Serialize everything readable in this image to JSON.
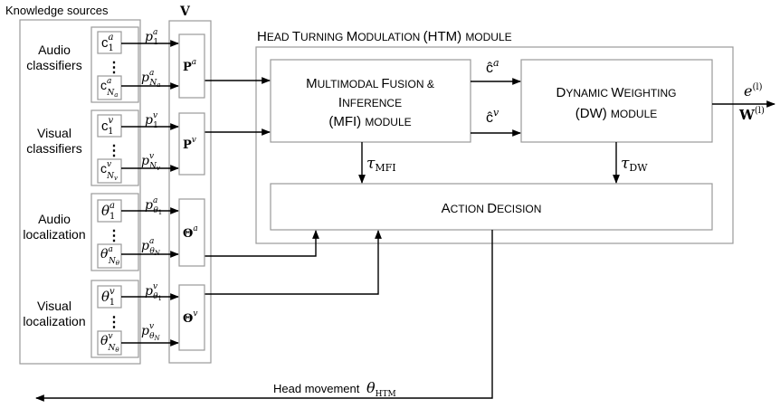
{
  "knowledge_sources_label": "Knowledge sources",
  "v_label": "V",
  "htm_module": {
    "part1_big": "H",
    "part1_small": "EAD ",
    "part2_big": "T",
    "part2_small": "URNING ",
    "part3_big": "M",
    "part3_small": "ODULATION ",
    "part4": "(HTM) ",
    "part5": "MODULE"
  },
  "groups": [
    {
      "label_line1": "Audio",
      "label_line2": "classifiers",
      "top_base": "c",
      "top_sup": "a",
      "top_sub": "1",
      "bot_base": "c",
      "bot_sup": "a",
      "bot_sub": "N",
      "bot_subsub": "a",
      "p_top_base": "p",
      "p_top_sup": "a",
      "p_top_sub": "1",
      "p_bot_base": "p",
      "p_bot_sup": "a",
      "p_bot_sub": "N",
      "p_bot_subsub": "a",
      "matrix_base": "P",
      "matrix_sup": "a",
      "dots": "⋮"
    },
    {
      "label_line1": "Visual",
      "label_line2": "classifiers",
      "top_base": "c",
      "top_sup": "v",
      "top_sub": "1",
      "bot_base": "c",
      "bot_sup": "v",
      "bot_sub": "N",
      "bot_subsub": "v",
      "p_top_base": "p",
      "p_top_sup": "v",
      "p_top_sub": "1",
      "p_bot_base": "p",
      "p_bot_sup": "v",
      "p_bot_sub": "N",
      "p_bot_subsub": "v",
      "matrix_base": "P",
      "matrix_sup": "v",
      "dots": "⋮"
    },
    {
      "label_line1": "Audio",
      "label_line2": "localization",
      "top_base": "θ",
      "top_sup": "a",
      "top_sub": "1",
      "bot_base": "θ",
      "bot_sup": "a",
      "bot_sub": "N",
      "bot_subsub": "θ",
      "p_top_base": "p",
      "p_top_sup": "a",
      "p_top_sub": "θ",
      "p_top_subsub": "1",
      "p_bot_base": "p",
      "p_bot_sup": "a",
      "p_bot_sub": "θ",
      "p_bot_subsub": "N",
      "matrix_base": "Θ",
      "matrix_sup": "a",
      "dots": "⋮"
    },
    {
      "label_line1": "Visual",
      "label_line2": "localization",
      "top_base": "θ",
      "top_sup": "v",
      "top_sub": "1",
      "bot_base": "θ",
      "bot_sup": "v",
      "bot_sub": "N",
      "bot_subsub": "θ",
      "p_top_base": "p",
      "p_top_sup": "v",
      "p_top_sub": "θ",
      "p_top_subsub": "1",
      "p_bot_base": "p",
      "p_bot_sup": "v",
      "p_bot_sub": "θ",
      "p_bot_subsub": "N",
      "matrix_base": "Θ",
      "matrix_sup": "v",
      "dots": "⋮"
    }
  ],
  "mfi": {
    "line1_big1": "M",
    "line1_small1": "ULTIMODAL ",
    "line1_big2": "F",
    "line1_small2": "USION &",
    "line2_big": "I",
    "line2_small": "NFERENCE",
    "line3_a": "(MFI) ",
    "line3_b": "MODULE"
  },
  "dw": {
    "line1_big1": "D",
    "line1_small1": "YNAMIC ",
    "line1_big2": "W",
    "line1_small2": "EIGHTING",
    "line2_a": "(DW) ",
    "line2_b": "MODULE"
  },
  "action": {
    "big1": "A",
    "small1": "CTION ",
    "big2": "D",
    "small2": "ECISION"
  },
  "c_hat_a": {
    "base": "ĉ",
    "sup": "a"
  },
  "c_hat_v": {
    "base": "ĉ",
    "sup": "v"
  },
  "tau_mfi": {
    "base": "τ",
    "sub": "MFI"
  },
  "tau_dw": {
    "base": "τ",
    "sub": "DW"
  },
  "output_e": {
    "base": "e",
    "sup": "(l)"
  },
  "output_w": {
    "base": "W",
    "sup": "(l)"
  },
  "head_movement": {
    "label": "Head movement ",
    "base": "θ",
    "sub": "HTM"
  }
}
